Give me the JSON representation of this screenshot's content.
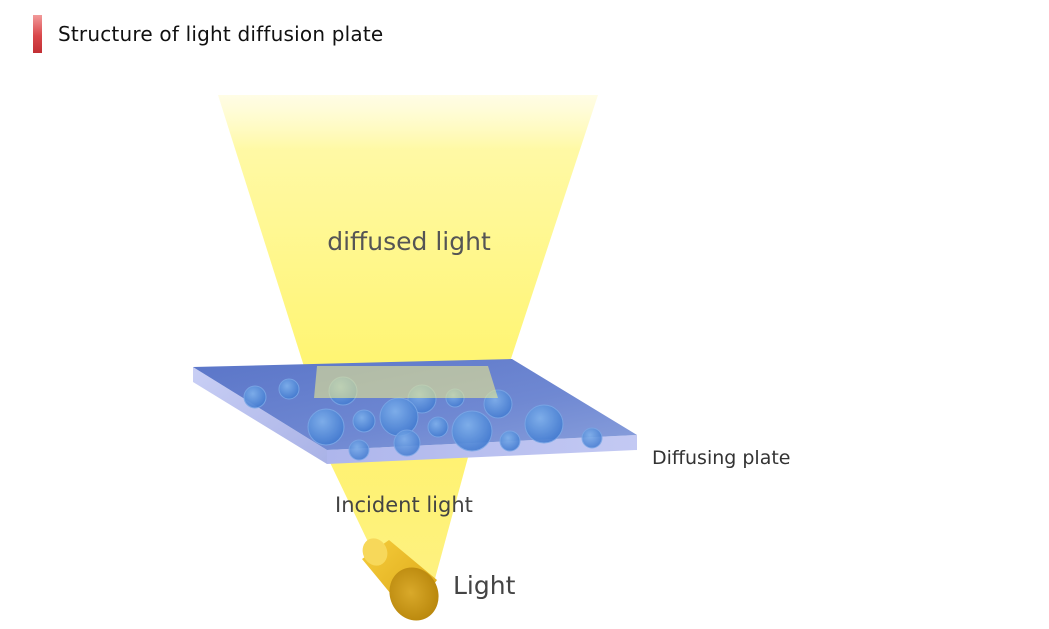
{
  "section": {
    "title": "Structure of light diffusion plate",
    "accent_colors": [
      "#f29a9a",
      "#d9474a",
      "#c22f34"
    ]
  },
  "diagram": {
    "labels": {
      "diffused_light": "diffused light",
      "diffusing_plate": "Diffusing plate",
      "incident_light": "Incident light",
      "light": "Light"
    },
    "colors": {
      "beam": "#fff873",
      "plate_top": "#6a84cf",
      "plate_front": "#b8bff0",
      "particle": "#4d87d8",
      "lamp": "#e2b019"
    },
    "icons": [
      "light-source-icon"
    ]
  }
}
